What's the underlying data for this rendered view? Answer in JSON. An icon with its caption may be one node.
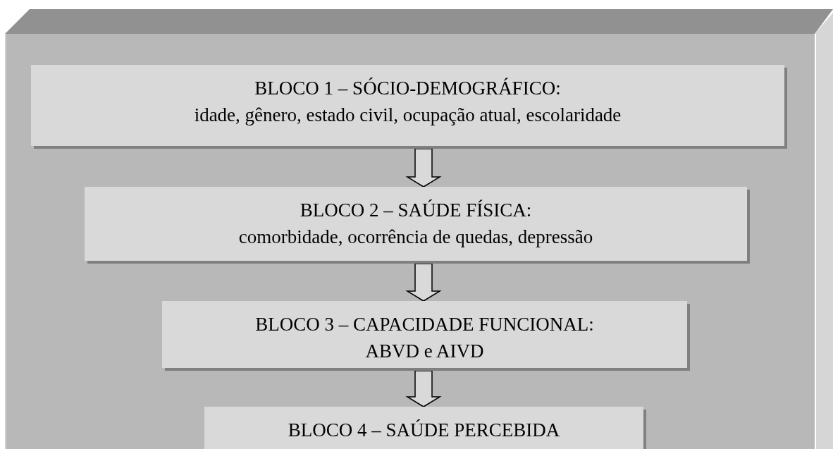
{
  "diagram": {
    "nodes": [
      {
        "text": [],
        "shape": "box"
      },
      {
        "text": [
          "BLOCO 1 – SÓCIO-DEMOGRÁFICO:",
          "idade, gênero, estado civil, ocupação atual, escolaridade"
        ],
        "in": 0
      },
      {
        "text": [
          "BLOCO 2 – SAÚDE FÍSICA:",
          "comorbidade, ocorrência de quedas, depressão"
        ],
        "in": 0
      },
      {
        "text": [
          "BLOCO 3 – CAPACIDADE FUNCIONAL:",
          "ABVD e AIVD"
        ],
        "in": 0
      },
      {
        "text": [
          "BLOCO 4 – SAÚDE PERCEBIDA"
        ],
        "in": 0
      }
    ],
    "edges": [
      {
        "from": 1,
        "to": 2,
        "arrow": "to"
      },
      {
        "from": 2,
        "to": 3,
        "arrow": "to"
      },
      {
        "from": 3,
        "to": 4,
        "arrow": "to"
      }
    ]
  }
}
